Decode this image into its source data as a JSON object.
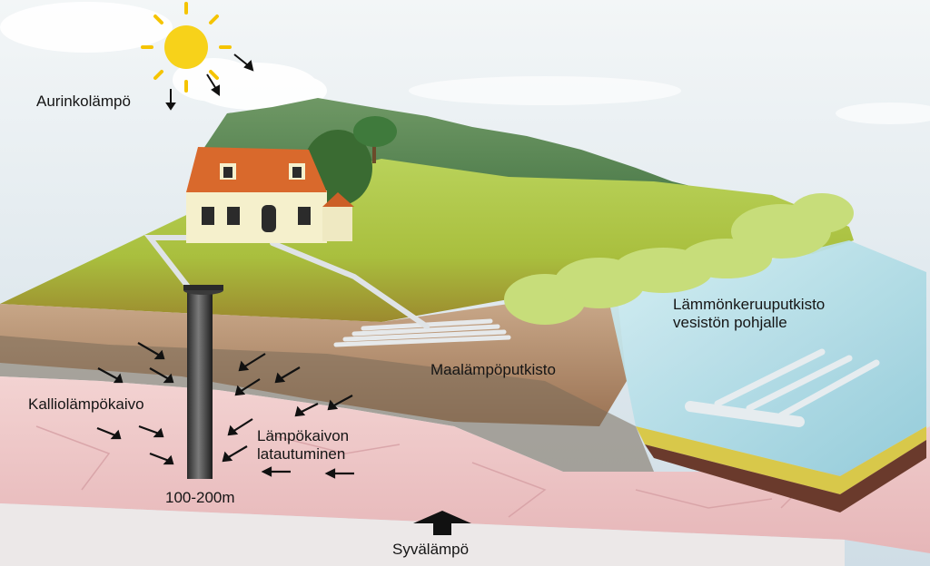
{
  "labels": {
    "solar_heat": "Aurinkolämpö",
    "water_pipes_line1": "Lämmönkeruuputkisto",
    "water_pipes_line2": "vesistön pohjalle",
    "ground_pipes": "Maalämpöputkisto",
    "bedrock_well": "Kalliolämpökaivo",
    "well_recharge_line1": "Lämpökaivon",
    "well_recharge_line2": "latautuminen",
    "well_depth": "100-200m",
    "deep_heat": "Syvälämpö"
  },
  "colors": {
    "sky": "#dde7ee",
    "sun": "#f7d21a",
    "hill": "#5e8c5a",
    "grass": "#a8c64a",
    "soil": "#b08a6a",
    "bedrock": "#edc4c4",
    "water": "#bfe3ea",
    "roof": "#d9692c",
    "house_wall": "#f5f0cc",
    "pipe": "#d8dde0",
    "arrow": "#111111"
  },
  "icons": [
    "sun-icon",
    "cloud-icon",
    "house-icon",
    "tree-icon",
    "well-pipe-icon",
    "arrow-icon"
  ]
}
